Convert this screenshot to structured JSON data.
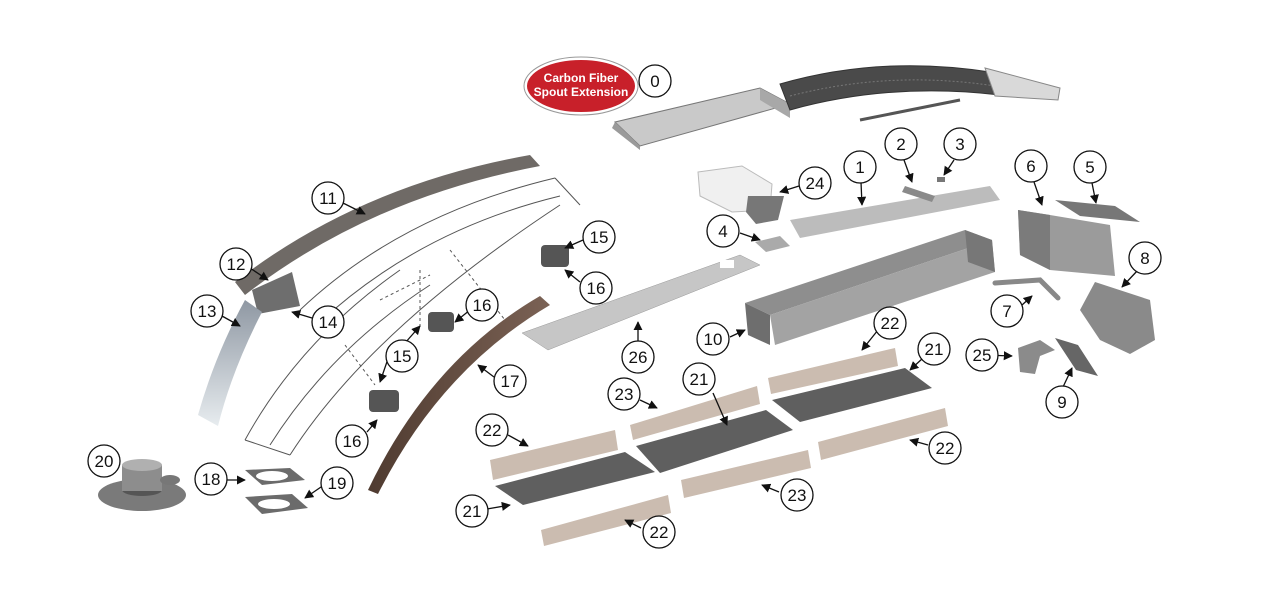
{
  "badge": {
    "line1": "Carbon Fiber",
    "line2": "Spout Extension",
    "color": "#c8202a"
  },
  "callouts": [
    {
      "id": "c0",
      "label": "0"
    },
    {
      "id": "c1",
      "label": "1"
    },
    {
      "id": "c2",
      "label": "2"
    },
    {
      "id": "c3",
      "label": "3"
    },
    {
      "id": "c4",
      "label": "4"
    },
    {
      "id": "c5",
      "label": "5"
    },
    {
      "id": "c6",
      "label": "6"
    },
    {
      "id": "c7",
      "label": "7"
    },
    {
      "id": "c8",
      "label": "8"
    },
    {
      "id": "c9",
      "label": "9"
    },
    {
      "id": "c10",
      "label": "10"
    },
    {
      "id": "c11",
      "label": "11"
    },
    {
      "id": "c12",
      "label": "12"
    },
    {
      "id": "c13",
      "label": "13"
    },
    {
      "id": "c14",
      "label": "14"
    },
    {
      "id": "c15a",
      "label": "15"
    },
    {
      "id": "c15b",
      "label": "15"
    },
    {
      "id": "c16a",
      "label": "16"
    },
    {
      "id": "c16b",
      "label": "16"
    },
    {
      "id": "c16c",
      "label": "16"
    },
    {
      "id": "c17",
      "label": "17"
    },
    {
      "id": "c18",
      "label": "18"
    },
    {
      "id": "c19",
      "label": "19"
    },
    {
      "id": "c20",
      "label": "20"
    },
    {
      "id": "c21a",
      "label": "21"
    },
    {
      "id": "c21b",
      "label": "21"
    },
    {
      "id": "c21c",
      "label": "21"
    },
    {
      "id": "c22a",
      "label": "22"
    },
    {
      "id": "c22b",
      "label": "22"
    },
    {
      "id": "c22c",
      "label": "22"
    },
    {
      "id": "c22d",
      "label": "22"
    },
    {
      "id": "c23a",
      "label": "23"
    },
    {
      "id": "c23b",
      "label": "23"
    },
    {
      "id": "c24",
      "label": "24"
    },
    {
      "id": "c25",
      "label": "25"
    },
    {
      "id": "c26",
      "label": "26"
    }
  ],
  "colors": {
    "steel_dark": "#6f6a66",
    "steel_mid": "#8d8884",
    "steel_light": "#b9b7b4",
    "brown": "#6b5346",
    "tan": "#cbbcb0",
    "liner": "#5f5f5f",
    "sky": "#c9d3dc"
  }
}
